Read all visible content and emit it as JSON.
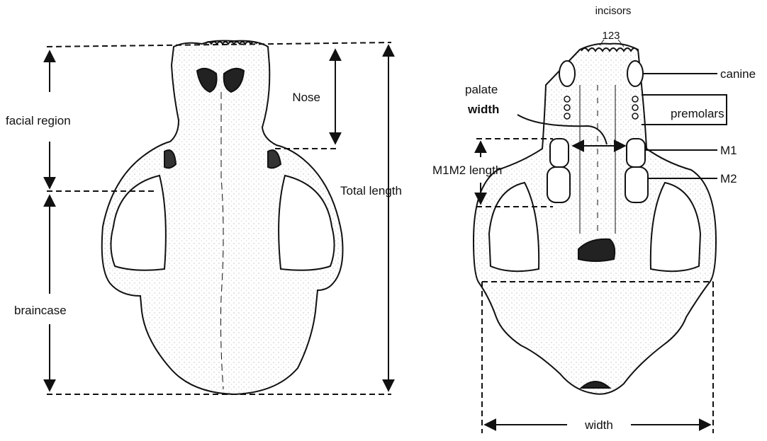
{
  "figure": {
    "stroke_color": "#111111",
    "background": "#ffffff"
  },
  "dorsal_view": {
    "labels": {
      "nose": "Nose",
      "facial_region": "facial region",
      "total_length": "Total length",
      "braincase": "braincase"
    }
  },
  "ventral_view": {
    "labels": {
      "incisors": "incisors",
      "incisor_numbers": "123",
      "canine": "canine",
      "palate_width_line1": "palate",
      "palate_width_line2": "width",
      "premolars": "premolars",
      "m1": "M1",
      "m2": "M2",
      "m1m2_length": "M1M2 length",
      "width": "width"
    }
  }
}
